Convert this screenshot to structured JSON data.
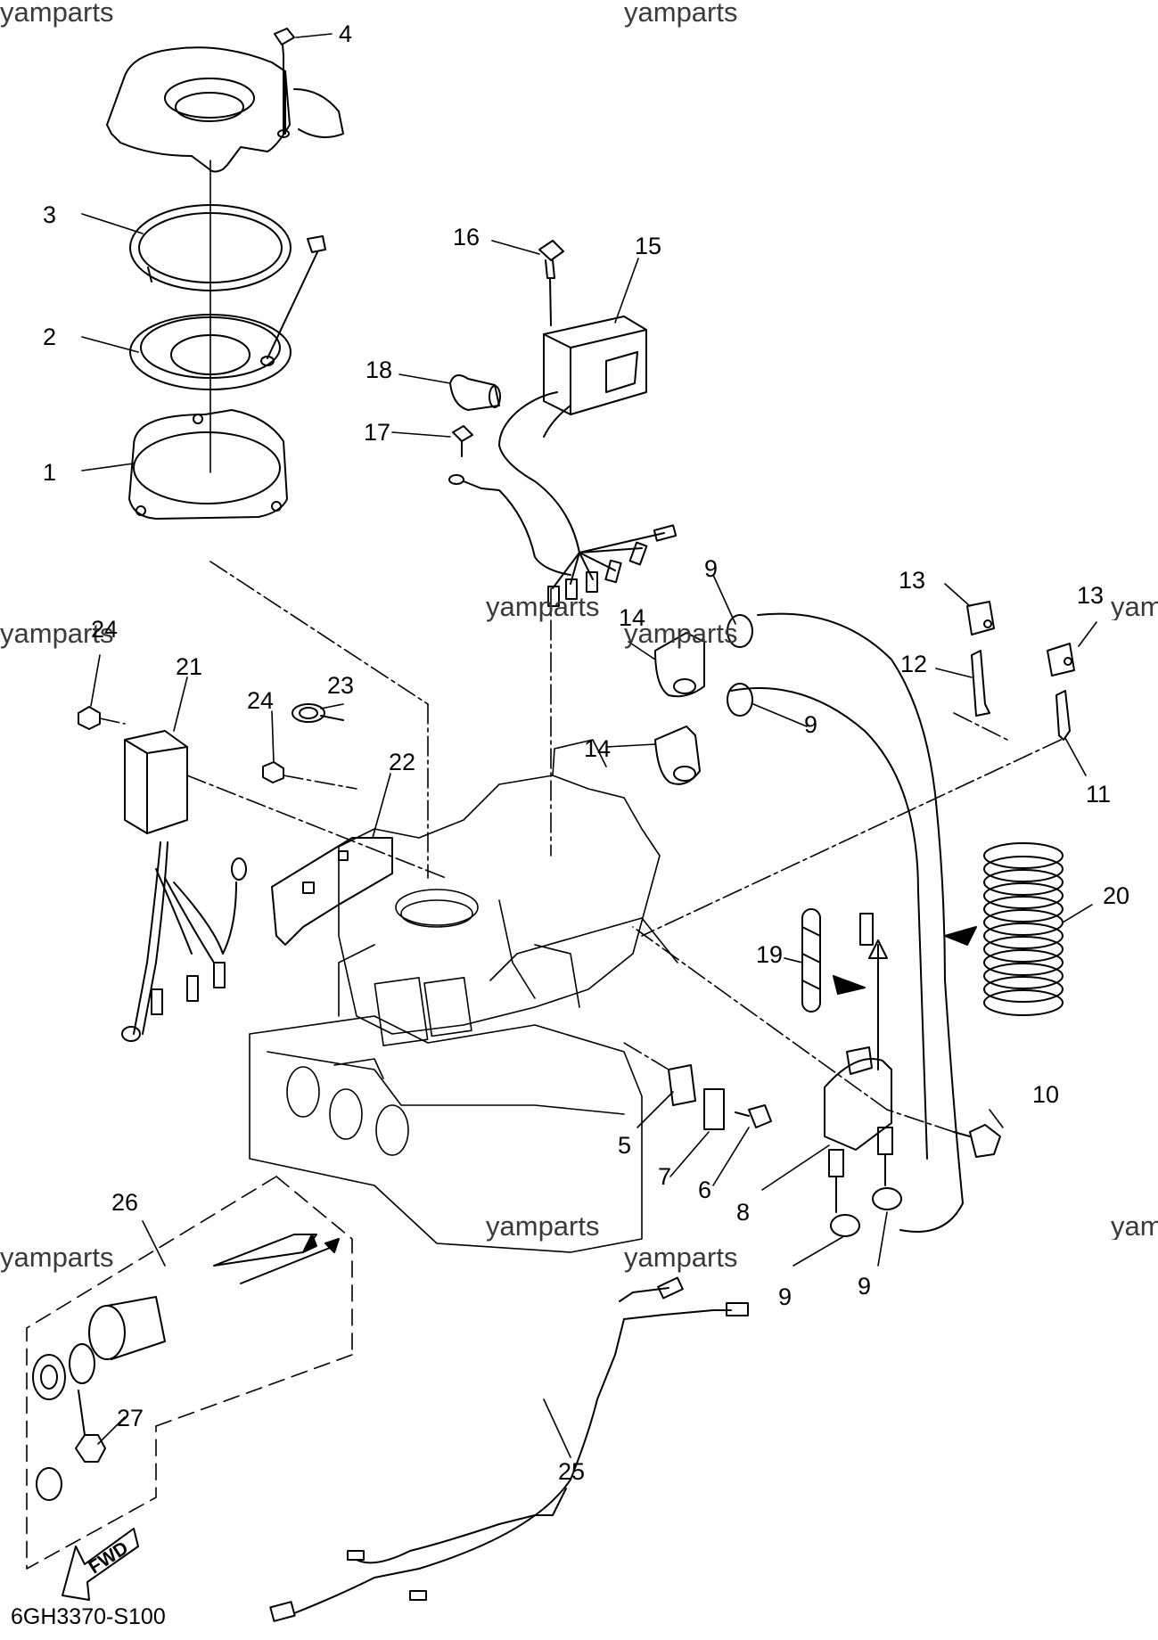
{
  "diagram": {
    "part_code": "6GH3370-S100",
    "fwd_label": "FWD",
    "watermark": "yamparts",
    "callouts": [
      "1",
      "2",
      "3",
      "4",
      "5",
      "6",
      "7",
      "8",
      "9",
      "10",
      "11",
      "12",
      "13",
      "14",
      "15",
      "16",
      "17",
      "18",
      "19",
      "20",
      "21",
      "22",
      "23",
      "24",
      "25",
      "26",
      "27"
    ]
  }
}
